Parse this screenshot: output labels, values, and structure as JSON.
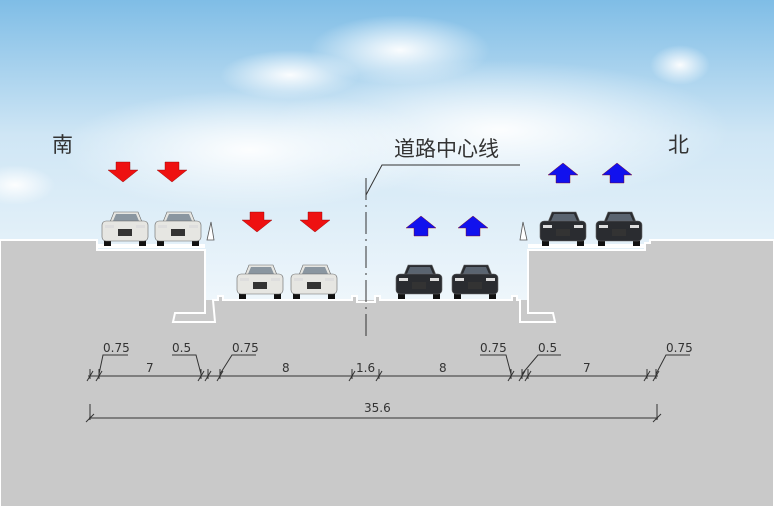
{
  "labels": {
    "south": "南",
    "north": "北",
    "centerline": "道路中心线"
  },
  "dimensions": {
    "segments": [
      "7",
      "8",
      "1.6",
      "8",
      "7"
    ],
    "small": [
      "0.75",
      "0.5",
      "0.75",
      "0.75",
      "0.5",
      "0.75"
    ],
    "total": "35.6"
  },
  "colors": {
    "southbound_arrow": "#ee1111",
    "northbound_arrow": "#1111ee",
    "ground": "#c9c9c9"
  },
  "icons": {
    "southbound": "arrow-down-icon",
    "northbound": "arrow-up-icon",
    "vehicle": "car-icon"
  }
}
